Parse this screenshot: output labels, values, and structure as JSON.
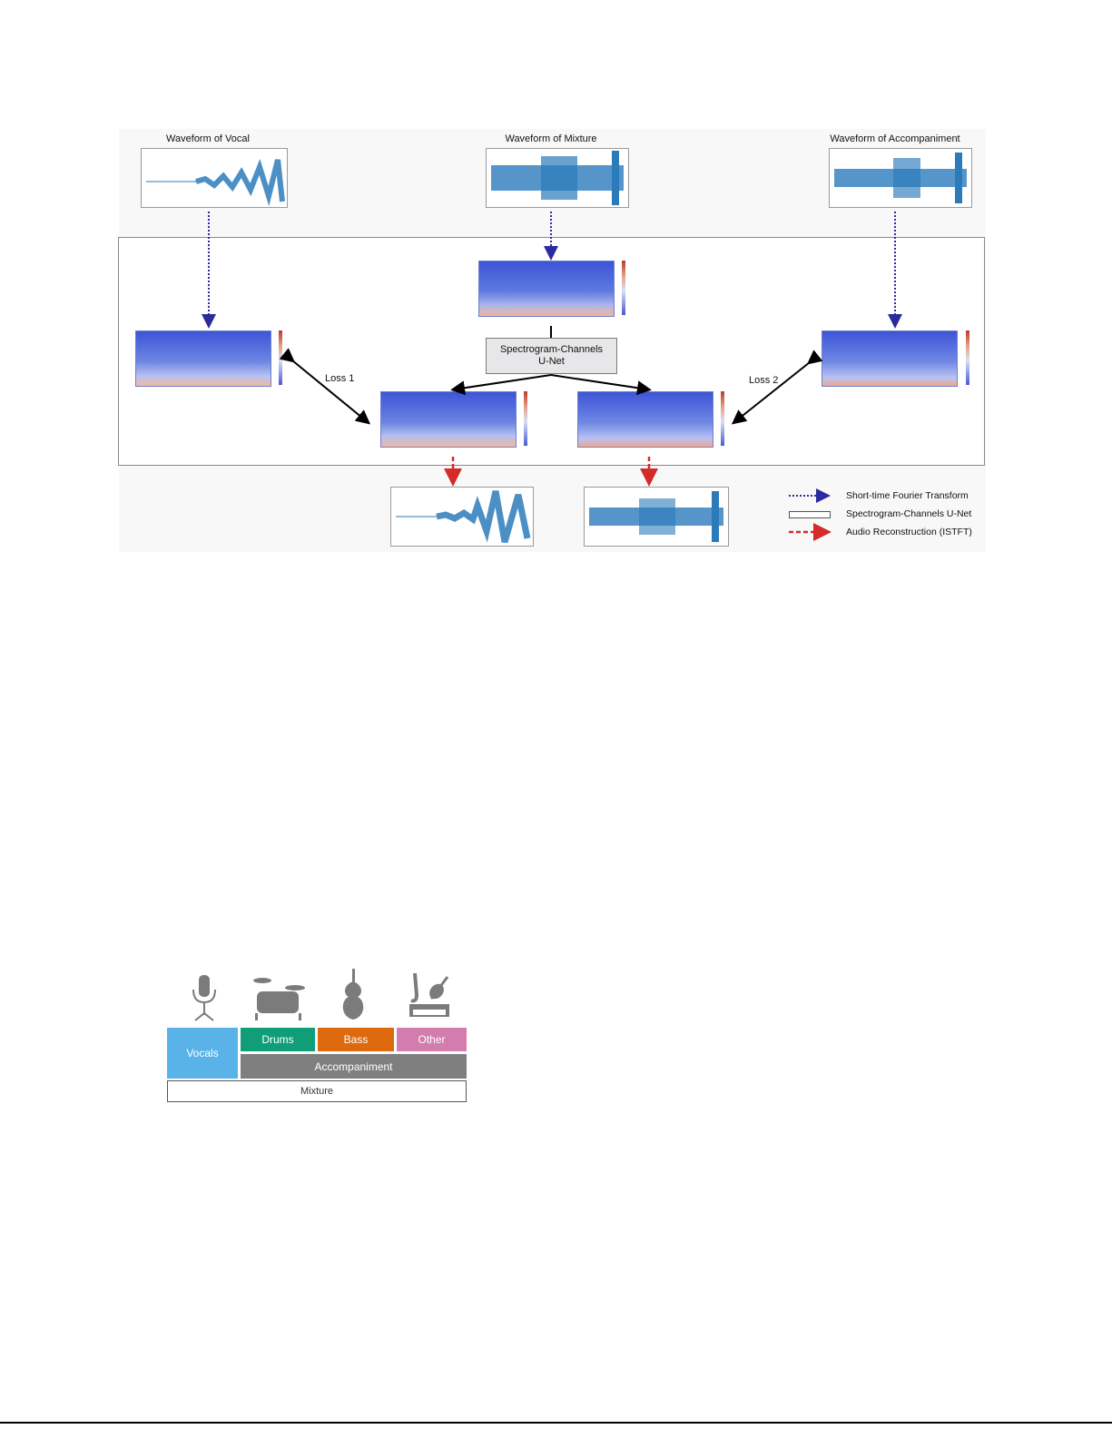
{
  "figure1": {
    "waveforms": {
      "vocal_title": "Waveform of Vocal",
      "mixture_title": "Waveform of Mixture",
      "accompaniment_title": "Waveform of Accompaniment"
    },
    "unet": {
      "line1": "Spectrogram-Channels",
      "line2": "U-Net"
    },
    "losses": {
      "loss1": "Loss 1",
      "loss2": "Loss 2"
    },
    "legend": {
      "stft": "Short-time Fourier Transform",
      "unet": "Spectrogram-Channels U-Net",
      "istft": "Audio Reconstruction (ISTFT)"
    },
    "colors": {
      "stft_arrow": "#2b2a9e",
      "istft_arrow": "#d42a2a",
      "waveform": "#2b7bbb",
      "spectrogram": "#3d55d6"
    }
  },
  "figure2": {
    "vocals": "Vocals",
    "drums": "Drums",
    "bass": "Bass",
    "other": "Other",
    "accompaniment": "Accompaniment",
    "mixture": "Mixture",
    "icons": [
      "microphone-icon",
      "drum-kit-icon",
      "double-bass-icon",
      "saxophone-violin-keyboard-icon"
    ],
    "colors": {
      "vocals": "#5ab3e8",
      "drums": "#0f9e78",
      "bass": "#dd6a0f",
      "other": "#d37cae",
      "accompaniment": "#7f7f7f",
      "icons": "#7b7b7b"
    }
  }
}
